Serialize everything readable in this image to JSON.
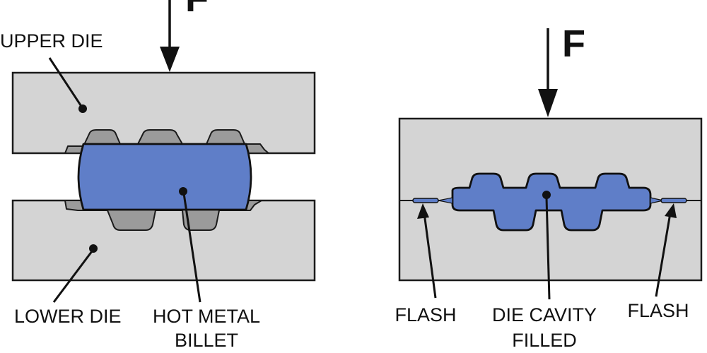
{
  "left_panel": {
    "force_label": "F",
    "upper_die_label": "UPPER DIE",
    "lower_die_label": "LOWER DIE",
    "billet_label_line1": "HOT METAL",
    "billet_label_line2": "BILLET"
  },
  "right_panel": {
    "force_label": "F",
    "flash_left_label": "FLASH",
    "flash_right_label": "FLASH",
    "cavity_label_line1": "DIE CAVITY",
    "cavity_label_line2": "FILLED"
  },
  "colors": {
    "die": "#d4d4d4",
    "die_impression": "#9b9b9b",
    "hot_metal": "#5f7ec8",
    "outline": "#111111"
  }
}
